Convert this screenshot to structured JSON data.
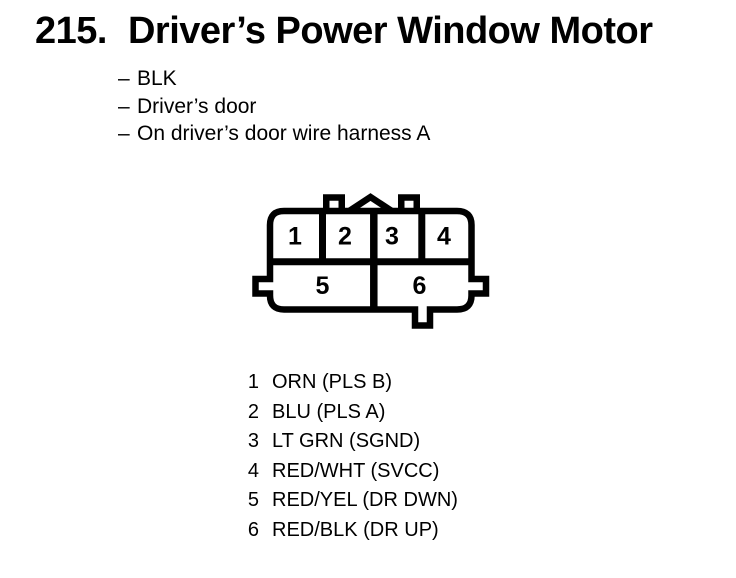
{
  "figure": {
    "number": "215.",
    "title": "Driver’s Power Window Motor"
  },
  "bullet_char": "–",
  "notes": [
    "BLK",
    "Driver’s door",
    "On driver’s door wire harness A"
  ],
  "connector": {
    "description": "6-pin connector, pins 1-4 top row, pins 5-6 bottom row",
    "pins": {
      "p1": "1",
      "p2": "2",
      "p3": "3",
      "p4": "4",
      "p5": "5",
      "p6": "6"
    }
  },
  "pinout": [
    {
      "pin": "1",
      "label": "ORN (PLS B)"
    },
    {
      "pin": "2",
      "label": "BLU (PLS A)"
    },
    {
      "pin": "3",
      "label": "LT GRN (SGND)"
    },
    {
      "pin": "4",
      "label": "RED/WHT (SVCC)"
    },
    {
      "pin": "5",
      "label": "RED/YEL (DR DWN)"
    },
    {
      "pin": "6",
      "label": "RED/BLK (DR UP)"
    }
  ],
  "colors": {
    "ink": "#000000",
    "paper": "#ffffff"
  }
}
